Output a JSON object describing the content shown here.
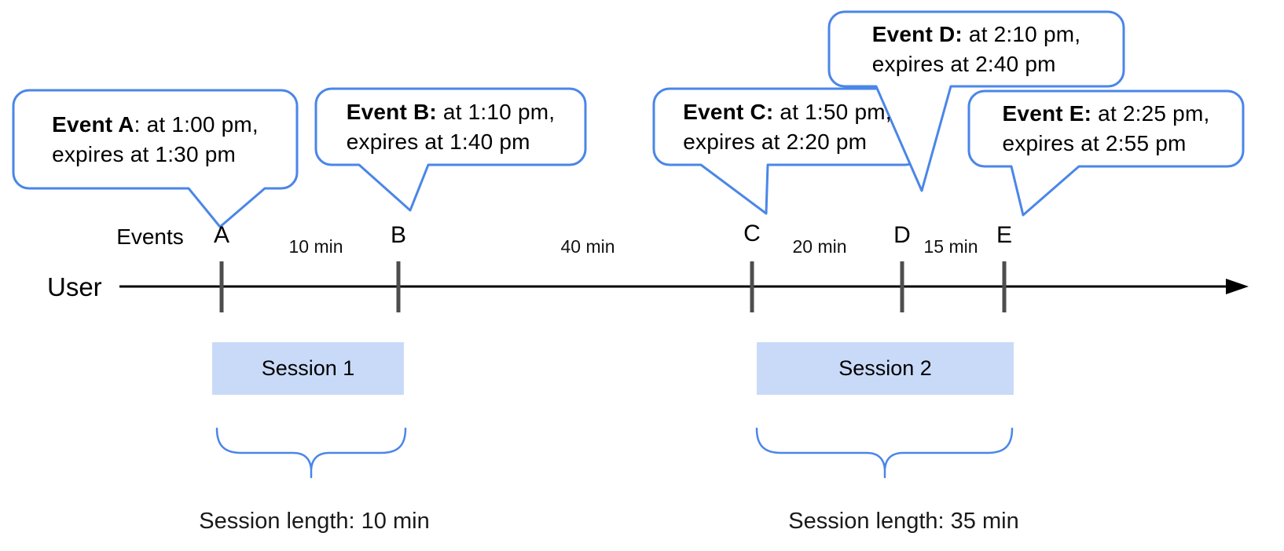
{
  "colors": {
    "accent_blue": "#4a86e8",
    "session_fill": "#c9daf8",
    "tick_gray": "#4d4d4d",
    "line_black": "#000000"
  },
  "bubbles": [
    {
      "id": "A",
      "bold": "Event A",
      "rest": ": at 1:00 pm,",
      "line2": "expires at 1:30 pm"
    },
    {
      "id": "B",
      "bold": "Event B:",
      "rest": " at 1:10 pm,",
      "line2": "expires at 1:40 pm"
    },
    {
      "id": "C",
      "bold": "Event C:",
      "rest": " at 1:50 pm,",
      "line2": "expires at 2:20 pm"
    },
    {
      "id": "D",
      "bold": "Event D:",
      "rest": " at 2:10 pm,",
      "line2": "expires at 2:40 pm"
    },
    {
      "id": "E",
      "bold": "Event E:",
      "rest": " at 2:25 pm,",
      "line2": "expires at 2:55 pm"
    }
  ],
  "timeline": {
    "events_header": "Events",
    "user_label": "User",
    "markers": [
      "A",
      "B",
      "C",
      "D",
      "E"
    ],
    "intervals": [
      "10 min",
      "40 min",
      "20 min",
      "15 min"
    ]
  },
  "sessions": [
    {
      "name": "Session 1",
      "length": "Session length: 10 min"
    },
    {
      "name": "Session 2",
      "length": "Session length: 35 min"
    }
  ]
}
